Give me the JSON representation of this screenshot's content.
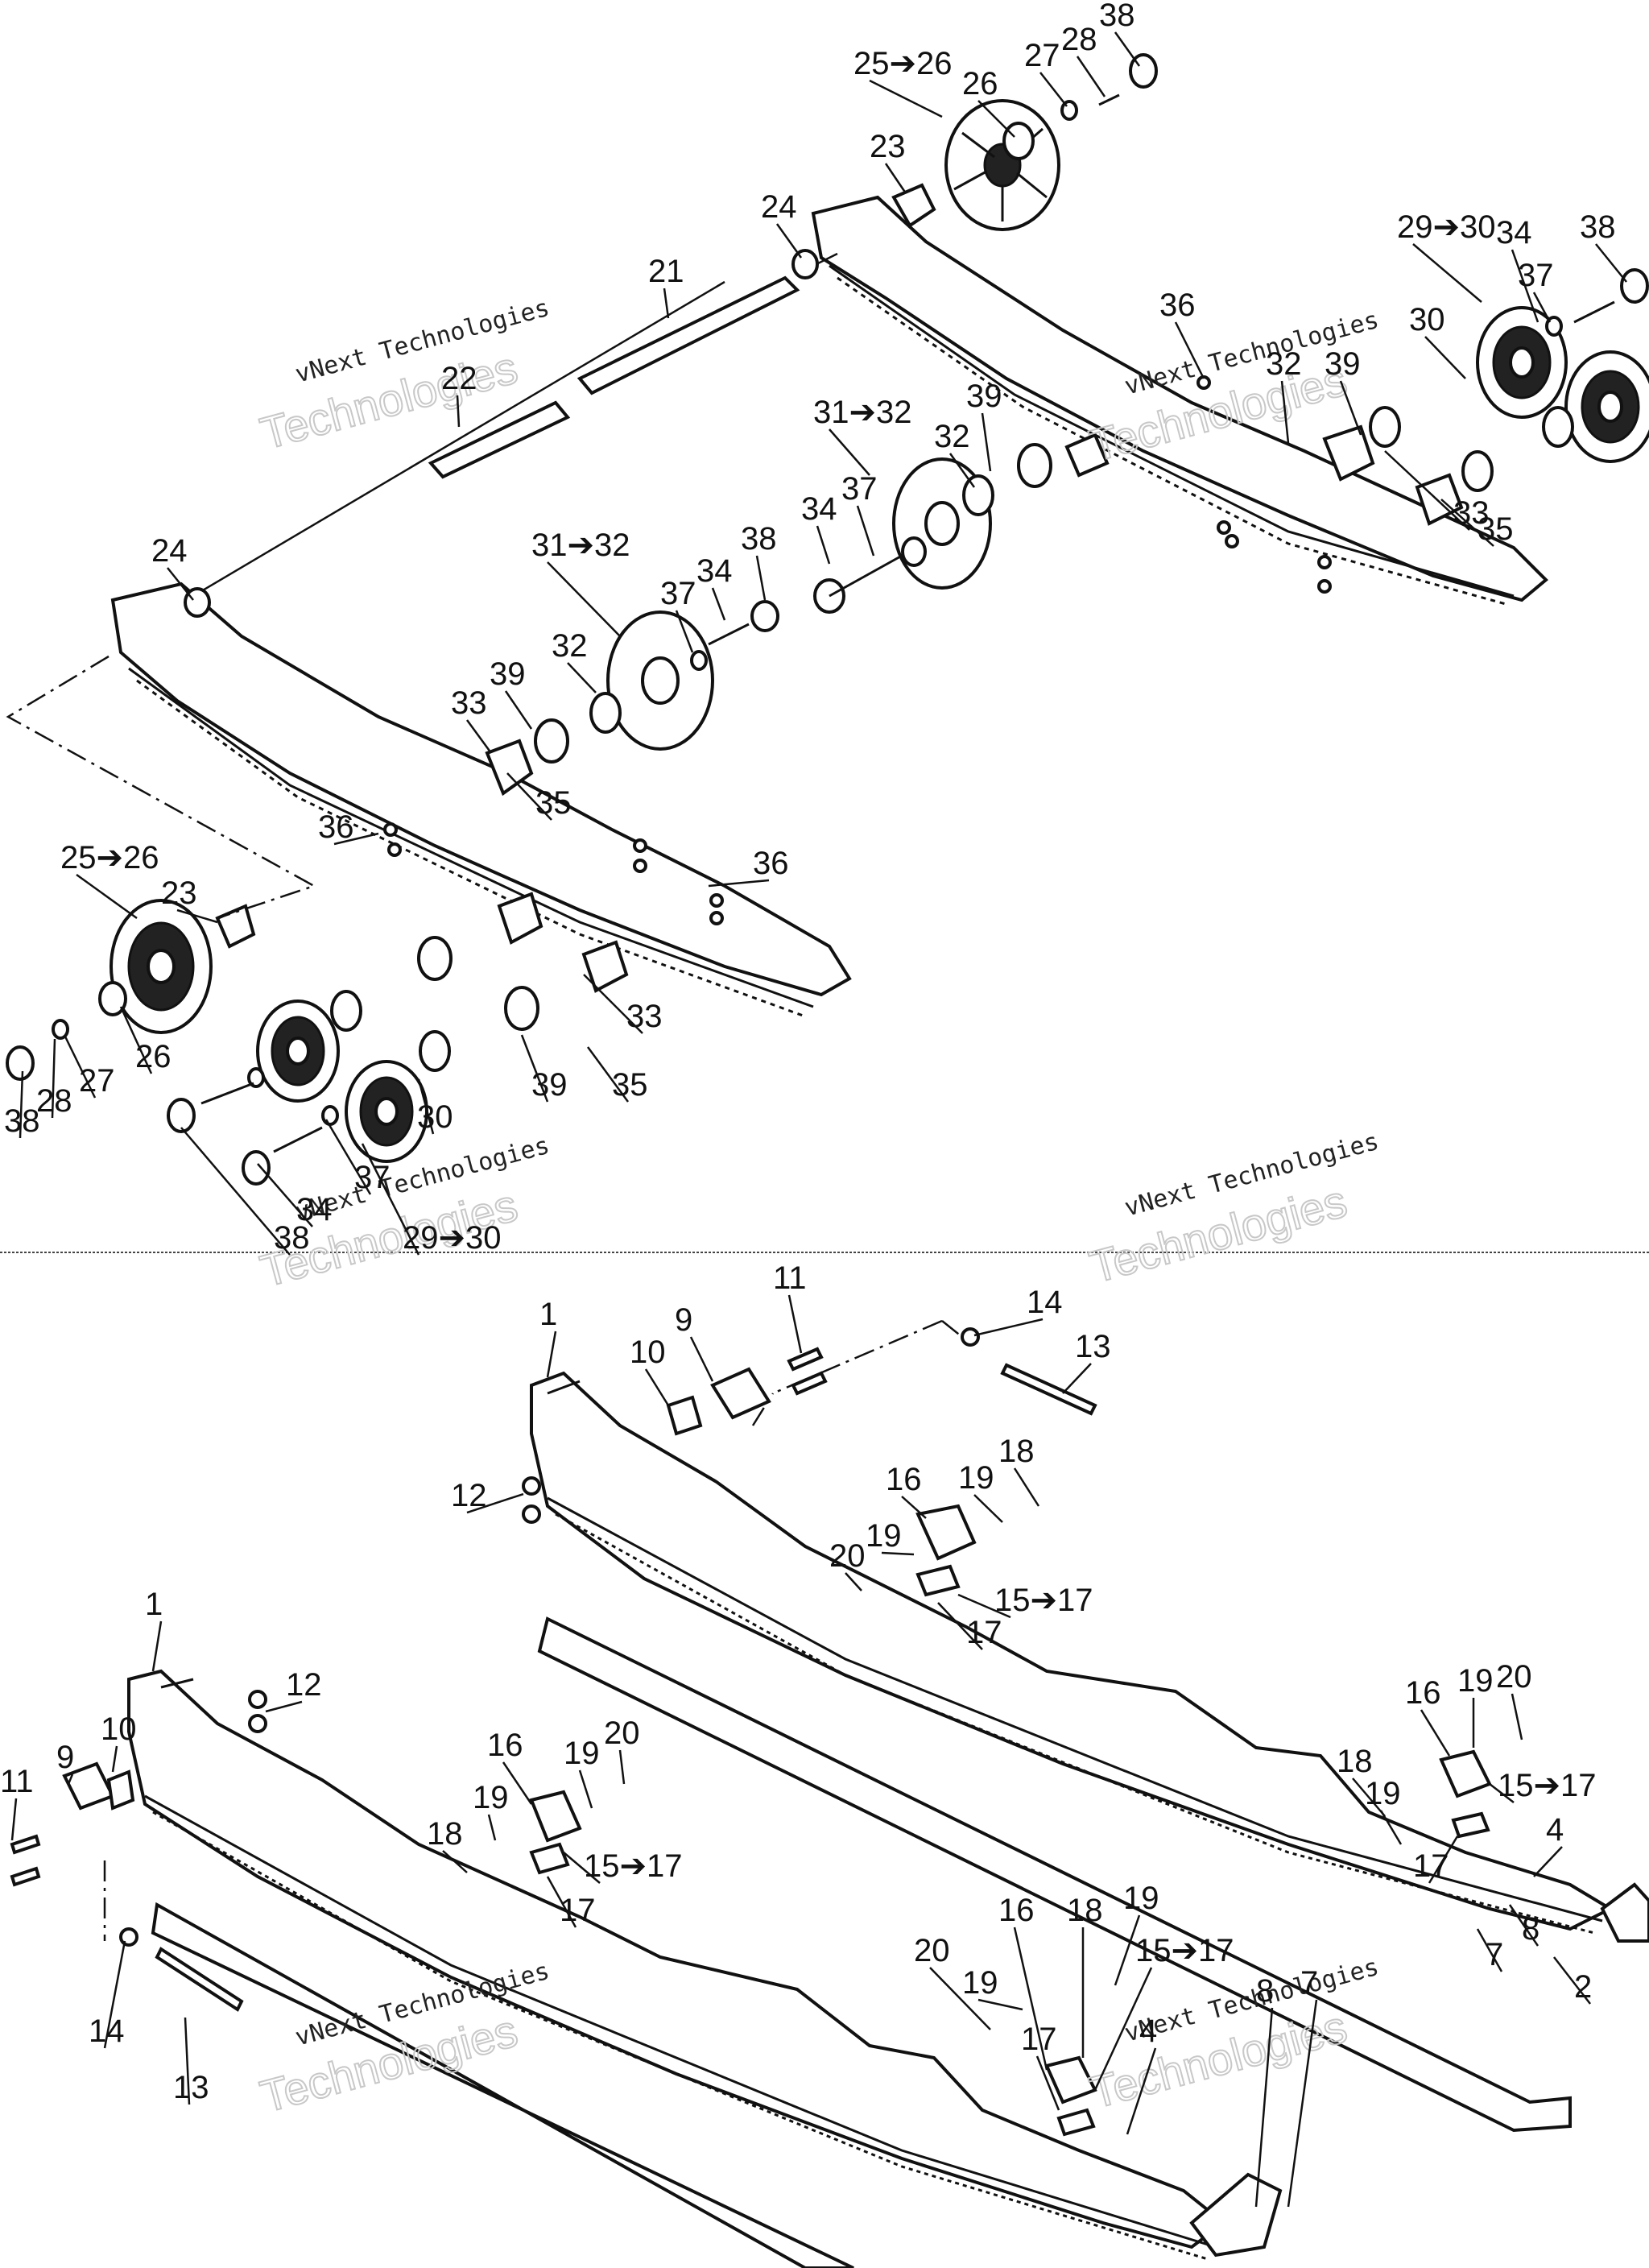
{
  "watermarks": [
    {
      "line1": "vNext Technologies",
      "line2": "Technologies"
    },
    {
      "line1": "vNext Technologies",
      "line2": "Technologies"
    },
    {
      "line1": "vNext Technologies",
      "line2": "Technologies"
    },
    {
      "line1": "vNext Technologies",
      "line2": "Technologies"
    },
    {
      "line1": "vNext Technologies",
      "line2": "Technologies"
    },
    {
      "line1": "vNext Technologies",
      "line2": "Technologies"
    }
  ],
  "callouts": [
    "25➔26",
    "26",
    "27",
    "28",
    "38",
    "23",
    "24",
    "21",
    "22",
    "29➔30",
    "34",
    "38",
    "37",
    "30",
    "36",
    "39",
    "32",
    "35",
    "33",
    "31➔32",
    "39",
    "32",
    "37",
    "34",
    "38",
    "24",
    "31➔32",
    "32",
    "37",
    "34",
    "39",
    "33",
    "35",
    "36",
    "25➔26",
    "23",
    "36",
    "26",
    "27",
    "28",
    "38",
    "39",
    "35",
    "33",
    "30",
    "37",
    "34",
    "38",
    "29➔30",
    "1",
    "9",
    "10",
    "11",
    "14",
    "13",
    "12",
    "16",
    "19",
    "18",
    "19",
    "20",
    "15➔17",
    "17",
    "1",
    "12",
    "11",
    "9",
    "10",
    "16",
    "20",
    "19",
    "19",
    "18",
    "15➔17",
    "17",
    "14",
    "13",
    "16",
    "19",
    "20",
    "18",
    "19",
    "15➔17",
    "17",
    "4",
    "8",
    "7",
    "2",
    "16",
    "18",
    "19",
    "20",
    "19",
    "15➔17",
    "17",
    "8",
    "7",
    "4"
  ],
  "colors": {
    "ink": "#111111",
    "watermark_outline": "#c8c8c8",
    "divider": "#444444"
  }
}
